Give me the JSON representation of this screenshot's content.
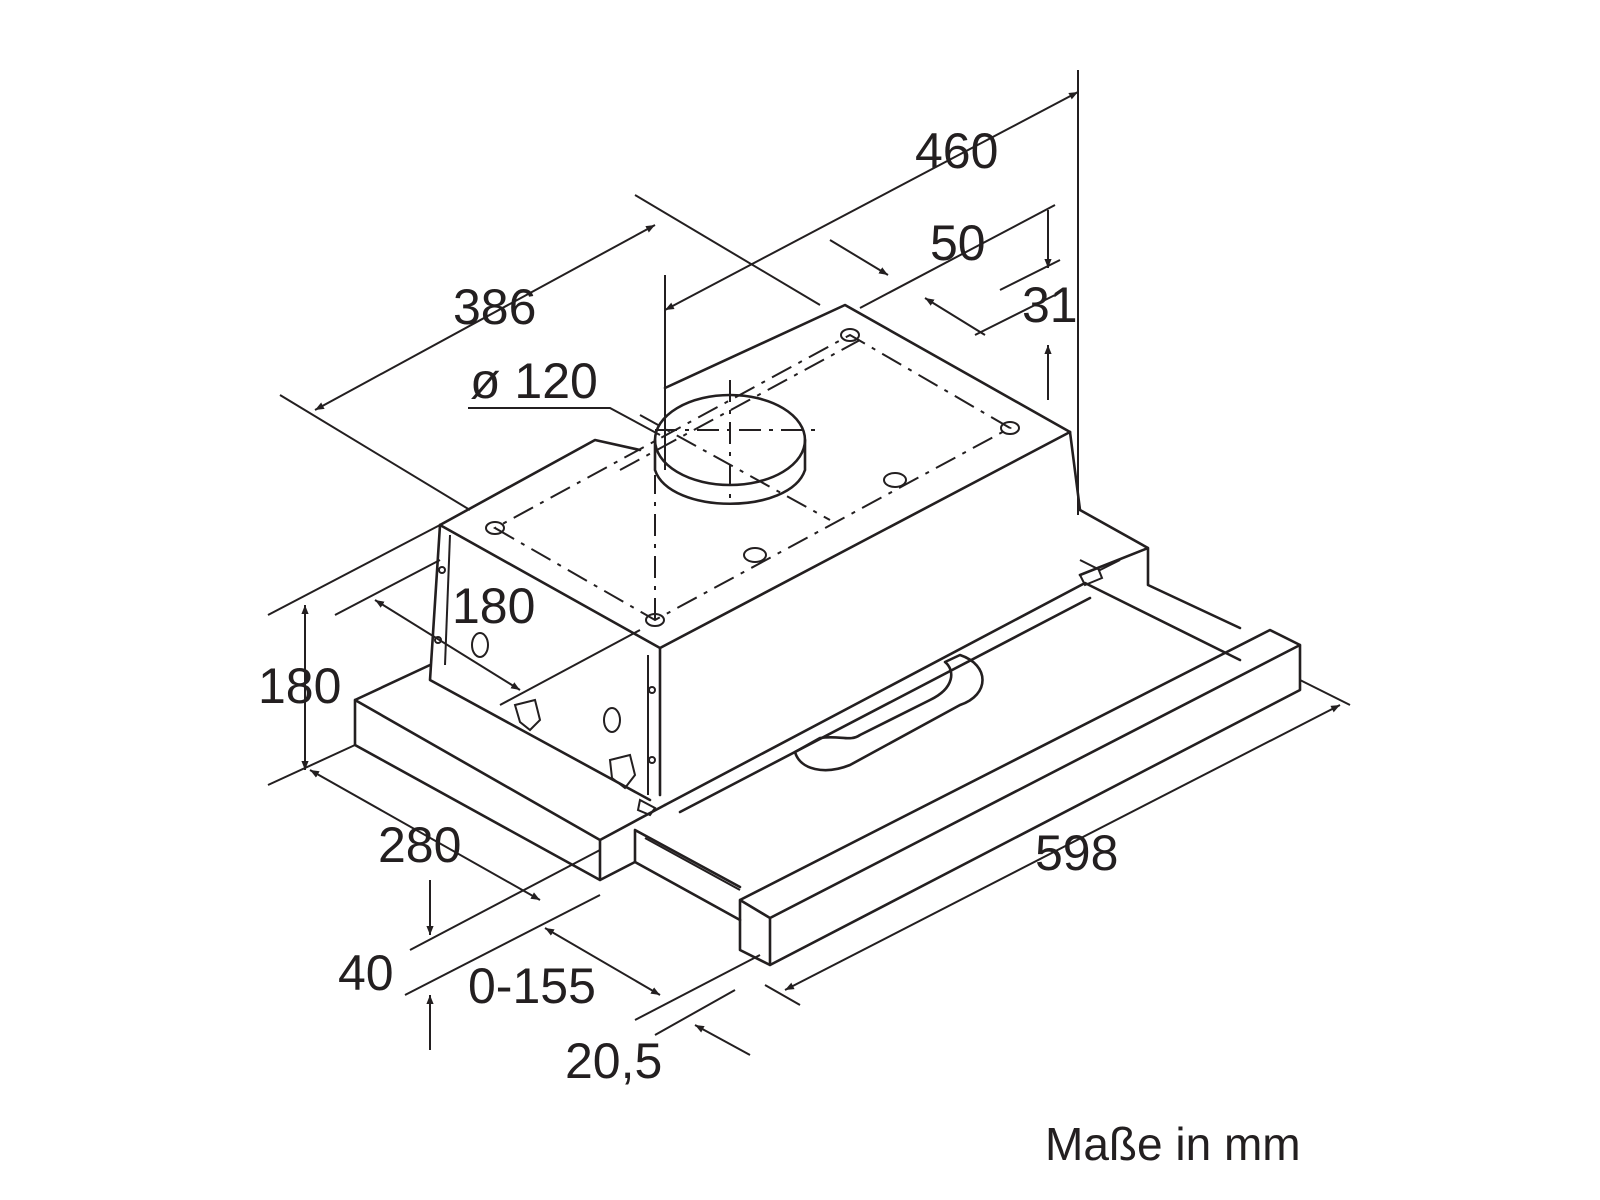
{
  "dimensions": {
    "depth_top": "460",
    "depth_body": "386",
    "offset_50": "50",
    "offset_31": "31",
    "duct_diameter": "ø 120",
    "side_width": "180",
    "height": "180",
    "body_depth": "280",
    "panel_height": "40",
    "extension": "0-155",
    "front_thickness": "20,5",
    "width": "598"
  },
  "note": "Maße in mm",
  "colors": {
    "line": "#231f20",
    "background": "#ffffff"
  }
}
